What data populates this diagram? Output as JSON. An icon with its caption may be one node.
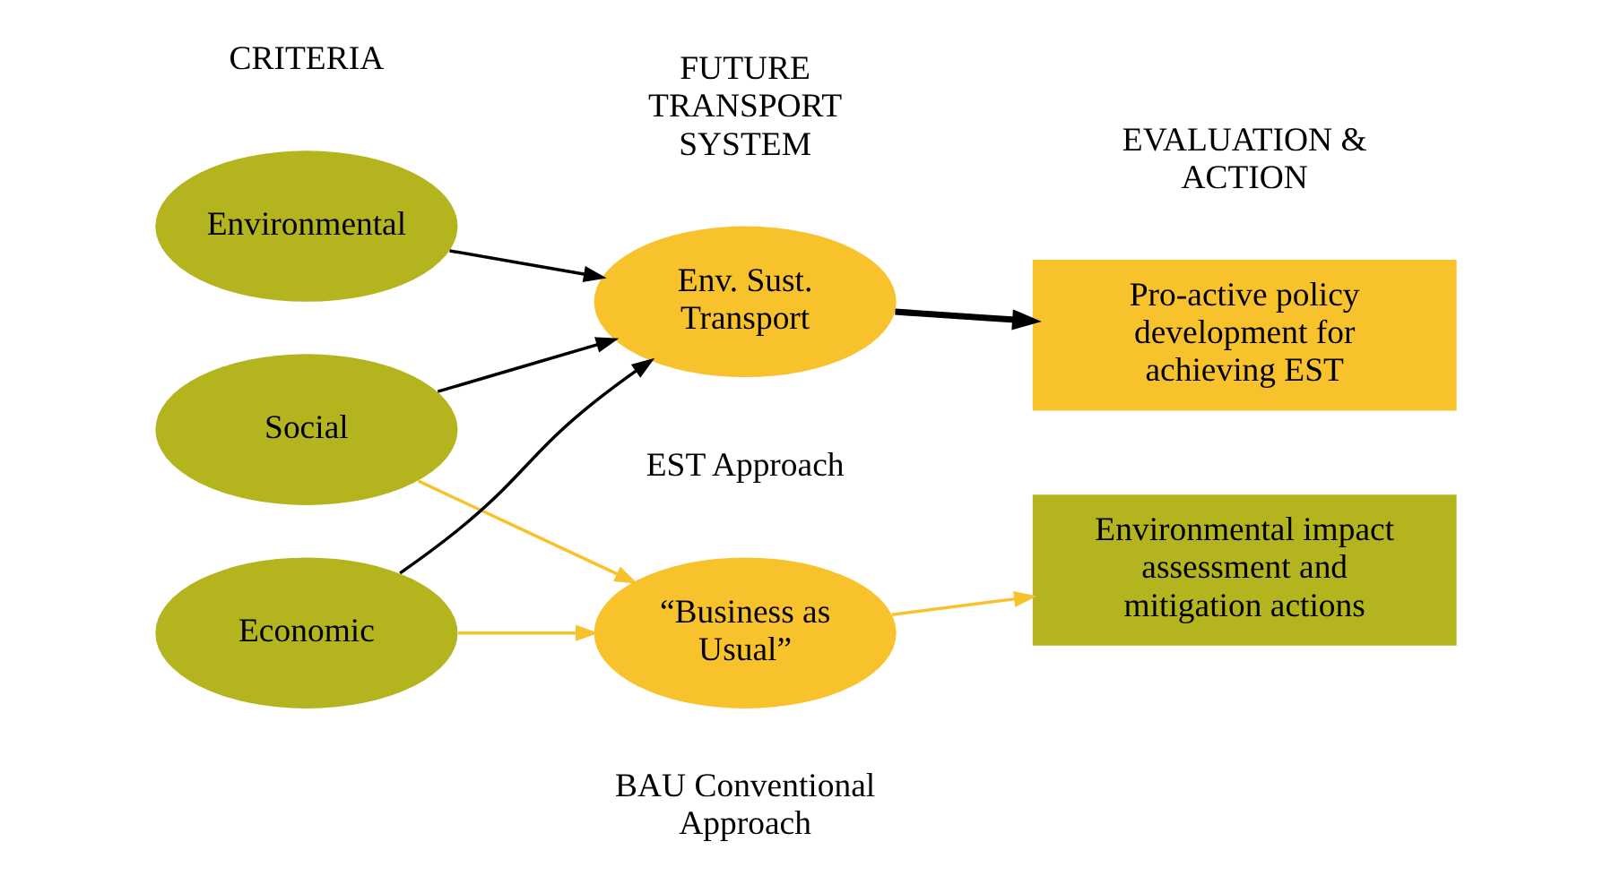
{
  "diagram": {
    "nodes": [
      {
        "text": [
          "Environmental"
        ]
      },
      {
        "text": [
          "Social"
        ]
      },
      {
        "text": [
          "Economic"
        ]
      },
      {
        "text": [
          "Env. Sust. Transport"
        ],
        "beside": [
          "EST Approach"
        ]
      },
      {
        "text": [
          "“Business as Usual”"
        ],
        "beside": [
          "BAU Conventional Approach"
        ]
      },
      {
        "text": [
          "Pro-active policy development for achieving EST"
        ]
      },
      {
        "text": [
          "Environmental impact assessment and mitigation actions"
        ]
      }
    ],
    "edges": [
      {
        "from": 0,
        "to": 3,
        "arrow": "to"
      },
      {
        "from": 1,
        "to": 3,
        "arrow": "to"
      },
      {
        "from": 2,
        "to": 3,
        "arrow": "to"
      },
      {
        "from": 1,
        "to": 4,
        "arrow": "to",
        "color": "#f8c22c"
      },
      {
        "from": 2,
        "to": 4,
        "arrow": "to",
        "color": "#f8c22c"
      },
      {
        "from": 3,
        "to": 5,
        "arrow": "to",
        "style": "thick"
      },
      {
        "from": 4,
        "to": 6,
        "arrow": "to",
        "color": "#f8c22c"
      }
    ],
    "labels": [
      "CRITERIA",
      "FUTURE TRANSPORT SYSTEM",
      "EVALUATION & ACTION"
    ]
  }
}
